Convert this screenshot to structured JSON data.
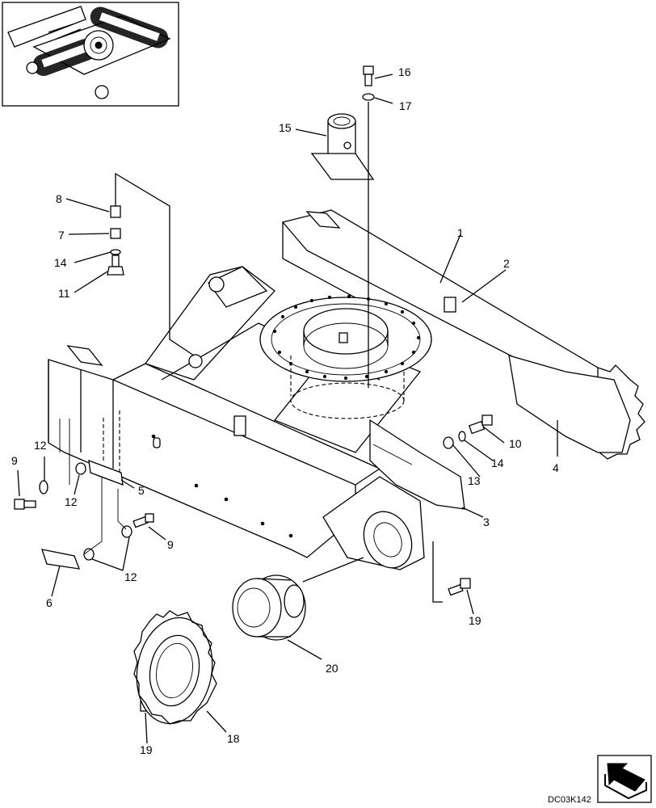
{
  "drawing_code": "DC03K142",
  "callouts": [
    {
      "id": "c1",
      "text": "1"
    },
    {
      "id": "c2",
      "text": "2"
    },
    {
      "id": "c3",
      "text": "3"
    },
    {
      "id": "c4",
      "text": "4"
    },
    {
      "id": "c5",
      "text": "5"
    },
    {
      "id": "c6",
      "text": "6"
    },
    {
      "id": "c7",
      "text": "7"
    },
    {
      "id": "c8",
      "text": "8"
    },
    {
      "id": "c9a",
      "text": "9"
    },
    {
      "id": "c9b",
      "text": "9"
    },
    {
      "id": "c10",
      "text": "10"
    },
    {
      "id": "c11",
      "text": "11"
    },
    {
      "id": "c12a",
      "text": "12"
    },
    {
      "id": "c12b",
      "text": "12"
    },
    {
      "id": "c12c",
      "text": "12"
    },
    {
      "id": "c13",
      "text": "13"
    },
    {
      "id": "c14a",
      "text": "14"
    },
    {
      "id": "c14b",
      "text": "14"
    },
    {
      "id": "c15",
      "text": "15"
    },
    {
      "id": "c16",
      "text": "16"
    },
    {
      "id": "c17",
      "text": "17"
    },
    {
      "id": "c18",
      "text": "18"
    },
    {
      "id": "c19a",
      "text": "19"
    },
    {
      "id": "c19b",
      "text": "19"
    },
    {
      "id": "c20",
      "text": "20"
    }
  ]
}
